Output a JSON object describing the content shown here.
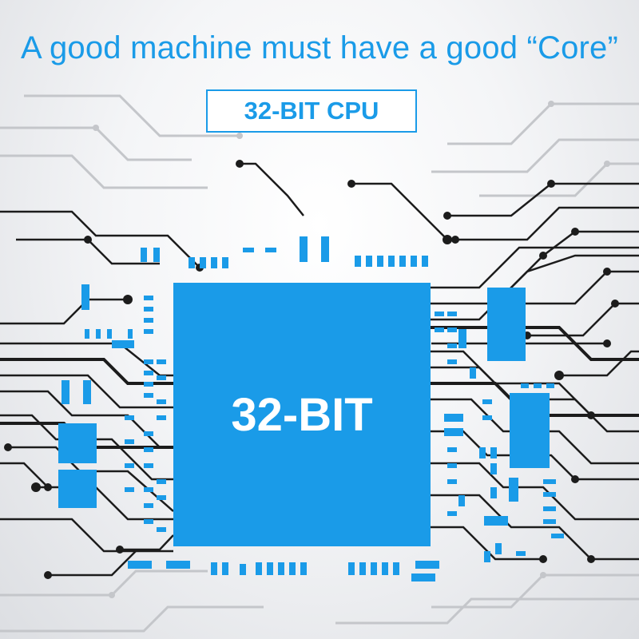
{
  "headline": "A good machine must have a good “Core”",
  "badge": "32-BIT CPU",
  "chip_label": "32-BIT",
  "colors": {
    "accent": "#1a9be8",
    "chip": "#1a9be8",
    "trace": "#1c1c1c",
    "trace_light": "#c4c6ca",
    "component": "#1a9be8"
  }
}
